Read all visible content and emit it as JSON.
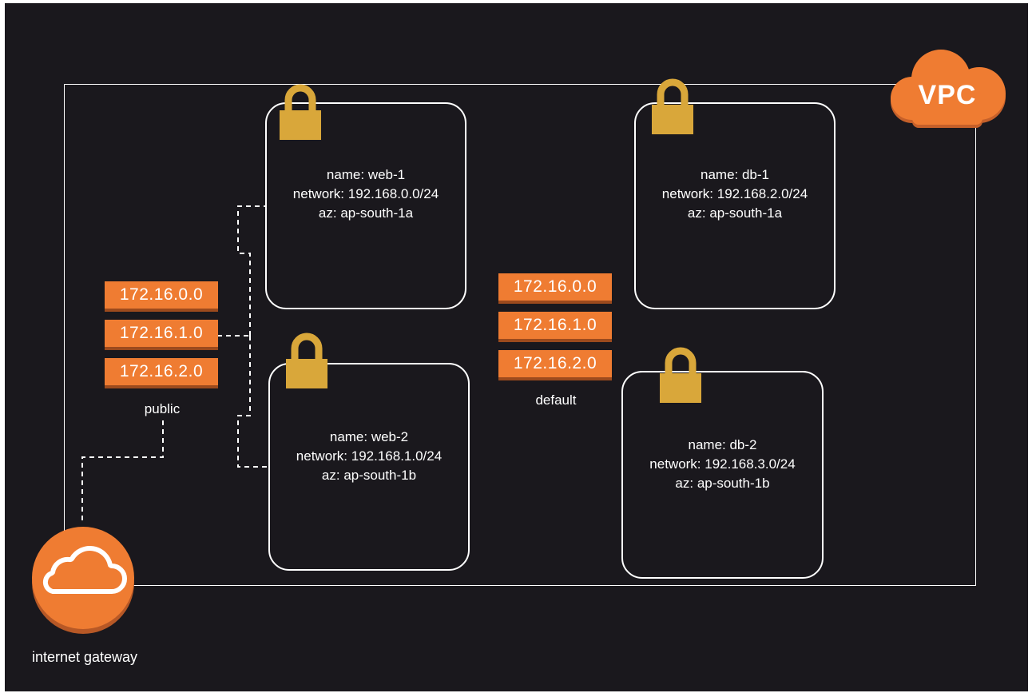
{
  "vpc": {
    "label": "VPC",
    "color": "#ef7c32"
  },
  "subnets": [
    {
      "name_line": "name:  web-1",
      "network_line": "network: 192.168.0.0/24",
      "az_line": "az: ap-south-1a"
    },
    {
      "name_line": "name:  web-2",
      "network_line": "network: 192.168.1.0/24",
      "az_line": "az: ap-south-1b"
    },
    {
      "name_line": "name:  db-1",
      "network_line": "network: 192.168.2.0/24",
      "az_line": "az: ap-south-1a"
    },
    {
      "name_line": "name: db-2",
      "network_line": "network: 192.168.3.0/24",
      "az_line": "az: ap-south-1b"
    }
  ],
  "route_tables": [
    {
      "label": "public",
      "routes": [
        "172.16.0.0",
        "172.16.1.0",
        "172.16.2.0"
      ]
    },
    {
      "label": "default",
      "routes": [
        "172.16.0.0",
        "172.16.1.0",
        "172.16.2.0"
      ]
    }
  ],
  "internet_gateway": {
    "label": "internet gateway"
  },
  "icons": {
    "subnet": "lock-icon",
    "vpc": "cloud-icon",
    "gateway": "cloud-icon"
  },
  "colors": {
    "background": "#1a181d",
    "accent": "#ef7c32",
    "lock": "#d9a73a",
    "line": "#ffffff"
  }
}
